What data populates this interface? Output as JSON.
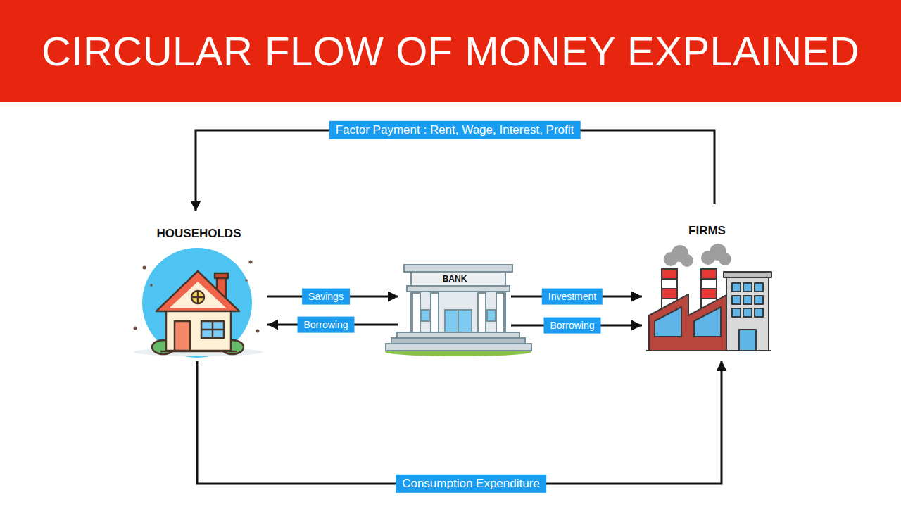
{
  "diagram": {
    "title": "CIRCULAR FLOW OF MONEY EXPLAINED",
    "nodes": [
      {
        "text": [
          "HOUSEHOLDS"
        ]
      },
      {
        "text": [
          "BANK"
        ]
      },
      {
        "text": [
          "FIRMS"
        ]
      }
    ],
    "edges": [
      {
        "from": 2,
        "to": 0,
        "label": "Factor Payment : Rent, Wage, Interest, Profit",
        "arrow": "to"
      },
      {
        "from": 0,
        "to": 1,
        "label": "Savings",
        "arrow": "to"
      },
      {
        "from": 1,
        "to": 0,
        "label": "Borrowing",
        "arrow": "to"
      },
      {
        "from": 1,
        "to": 2,
        "label": "Investment",
        "arrow": "to"
      },
      {
        "from": 1,
        "to": 2,
        "label": "Borrowing",
        "arrow": "to"
      },
      {
        "from": 0,
        "to": 2,
        "label": "Consumption Expenditure",
        "arrow": "to"
      }
    ]
  }
}
